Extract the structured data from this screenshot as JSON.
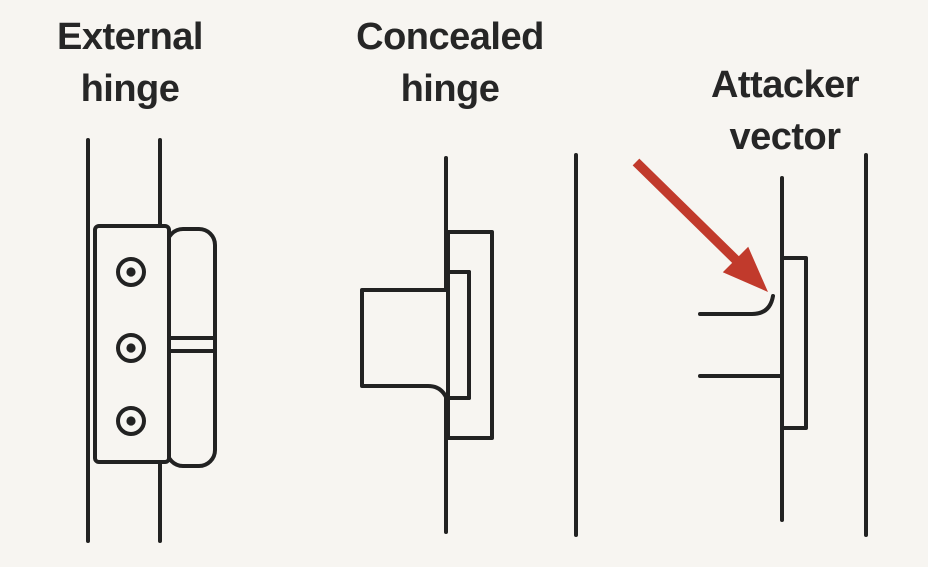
{
  "colors": {
    "background": "#f7f5f1",
    "line": "#222222",
    "arrow": "#c13a2c",
    "ink": "#262626"
  },
  "panels": [
    {
      "id": "external-hinge",
      "title": "External hinge"
    },
    {
      "id": "concealed-hinge",
      "title": "Concealed hinge"
    },
    {
      "id": "attacker-vector",
      "title": "Attacker vector"
    }
  ]
}
